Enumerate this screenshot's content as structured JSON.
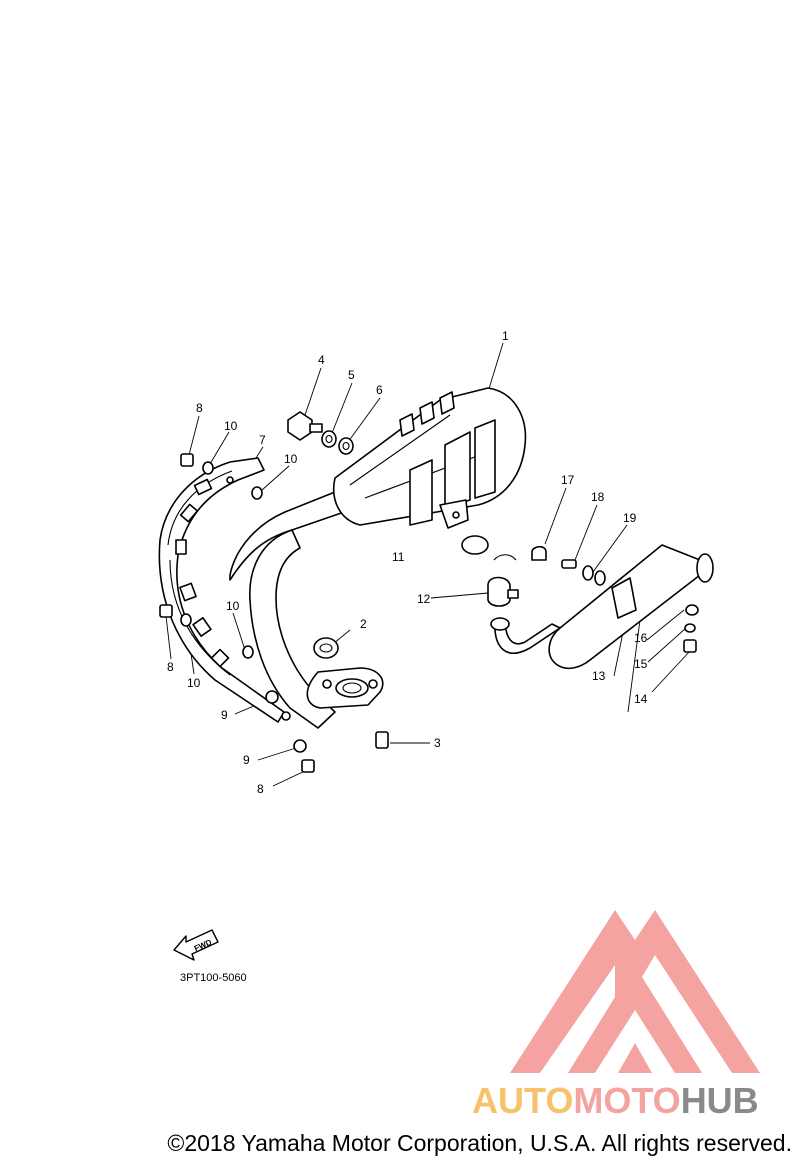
{
  "diagram": {
    "callouts": [
      {
        "id": "c1",
        "text": "1"
      },
      {
        "id": "c2",
        "text": "2"
      },
      {
        "id": "c3",
        "text": "3"
      },
      {
        "id": "c4",
        "text": "4"
      },
      {
        "id": "c5",
        "text": "5"
      },
      {
        "id": "c6",
        "text": "6"
      },
      {
        "id": "c7",
        "text": "7"
      },
      {
        "id": "c8a",
        "text": "8"
      },
      {
        "id": "c8b",
        "text": "8"
      },
      {
        "id": "c8c",
        "text": "8"
      },
      {
        "id": "c9a",
        "text": "9"
      },
      {
        "id": "c9b",
        "text": "9"
      },
      {
        "id": "c10a",
        "text": "10"
      },
      {
        "id": "c10b",
        "text": "10"
      },
      {
        "id": "c10c",
        "text": "10"
      },
      {
        "id": "c10d",
        "text": "10"
      },
      {
        "id": "c11",
        "text": "11"
      },
      {
        "id": "c12",
        "text": "12"
      },
      {
        "id": "c13",
        "text": "13"
      },
      {
        "id": "c14",
        "text": "14"
      },
      {
        "id": "c15",
        "text": "15"
      },
      {
        "id": "c16",
        "text": "16"
      },
      {
        "id": "c17",
        "text": "17"
      },
      {
        "id": "c18",
        "text": "18"
      },
      {
        "id": "c19",
        "text": "19"
      }
    ],
    "fwd_label": "FWD",
    "code": "3PT100-5060"
  },
  "watermark": {
    "brand_part1": "AUTO",
    "brand_part2": "MOTO",
    "brand_part3": "HUB",
    "color_primary": "#f4a3a0",
    "color_accent": "#f7c26b",
    "color_dark": "#8a8a8a"
  },
  "copyright": "©2018 Yamaha Motor Corporation, U.S.A. All rights reserved."
}
